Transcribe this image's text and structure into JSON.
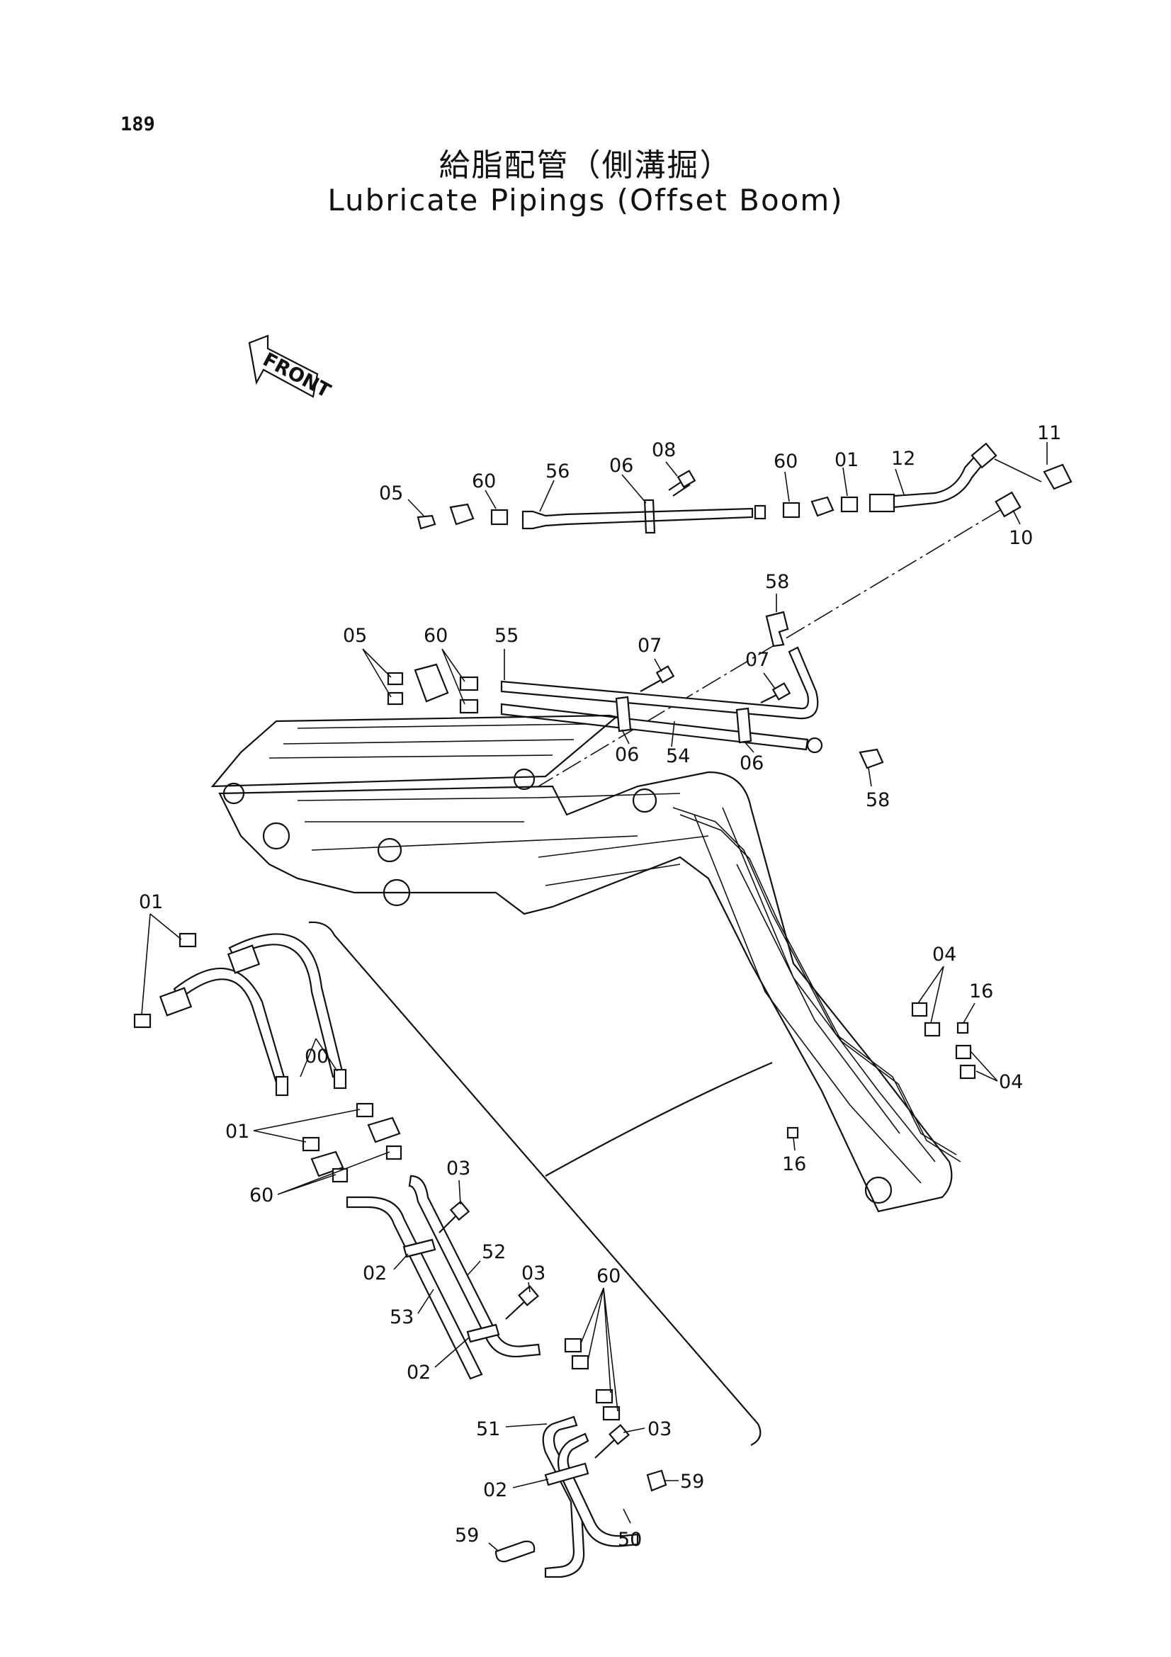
{
  "page": {
    "number": "189",
    "title_jp": "給脂配管（側溝掘）",
    "title_en": "Lubricate Pipings (Offset Boom)",
    "front_label": "FRONT"
  },
  "callouts": {
    "top_05": "05",
    "top_60a": "60",
    "top_56": "56",
    "top_06": "06",
    "top_08": "08",
    "top_60b": "60",
    "top_01": "01",
    "top_12": "12",
    "top_11": "11",
    "top_10": "10",
    "mid_58a": "58",
    "mid_05": "05",
    "mid_60": "60",
    "mid_55": "55",
    "mid_07a": "07",
    "mid_07b": "07",
    "mid_06a": "06",
    "mid_54": "54",
    "mid_06b": "06",
    "mid_58b": "58",
    "arm_04a": "04",
    "arm_16a": "16",
    "arm_04b": "04",
    "arm_16b": "16",
    "det_01a": "01",
    "det_00": "00",
    "det_01b": "01",
    "det_60a": "60",
    "det_03a": "03",
    "det_02a": "02",
    "det_52": "52",
    "det_53": "53",
    "det_03b": "03",
    "det_60b": "60",
    "det_02b": "02",
    "det_51": "51",
    "det_03c": "03",
    "det_02c": "02",
    "det_59a": "59",
    "det_59b": "59",
    "det_50": "50"
  }
}
